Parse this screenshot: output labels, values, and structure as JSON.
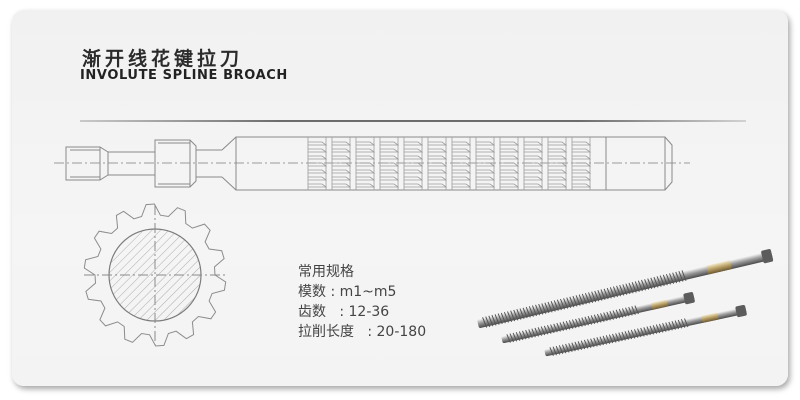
{
  "header": {
    "title_cn": "渐开线花键拉刀",
    "title_en": "INVOLUTE SPLINE BROACH"
  },
  "specs": {
    "heading": "常用规格",
    "module": "模数 : m1~m5",
    "teeth": "齿数   : 12-36",
    "length": "拉削长度   : 20-180"
  }
}
